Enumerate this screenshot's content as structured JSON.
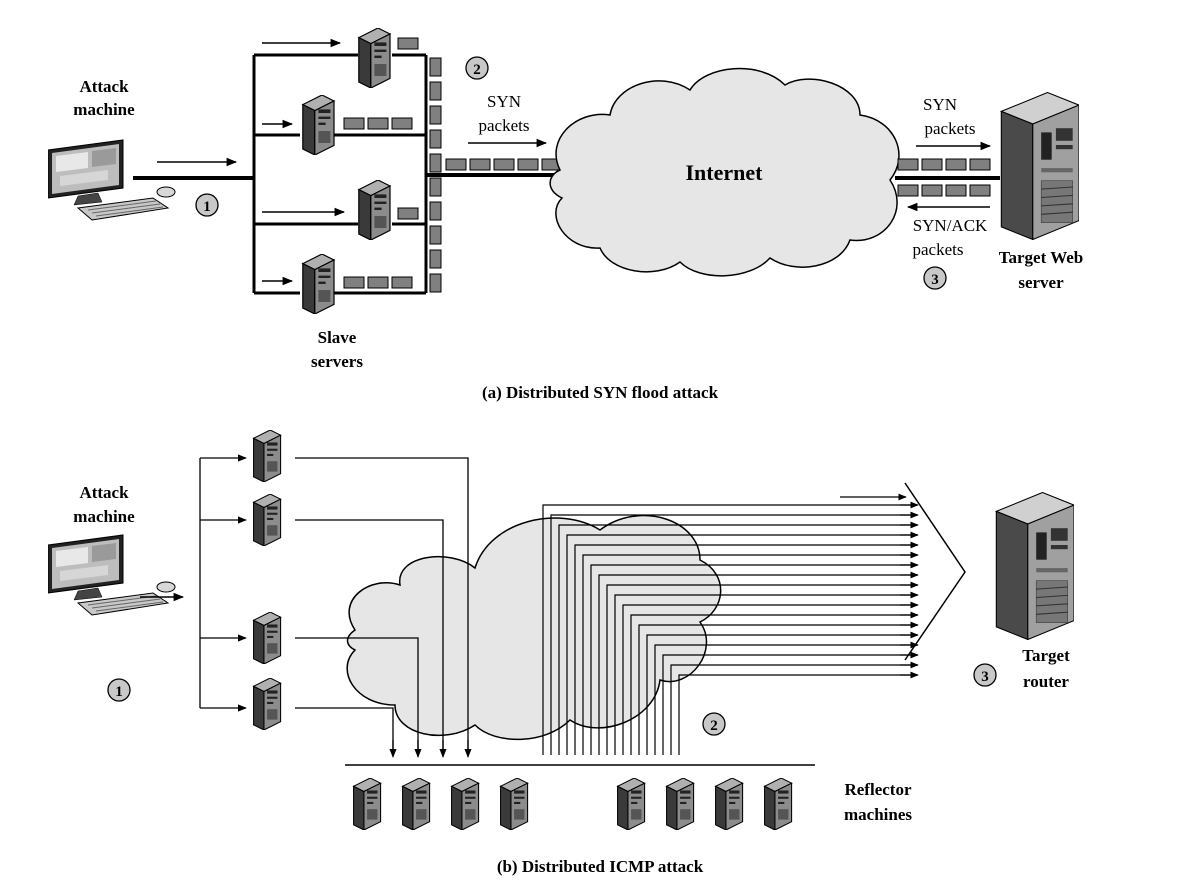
{
  "top": {
    "attack_label_1": "Attack",
    "attack_label_2": "machine",
    "slave_label_1": "Slave",
    "slave_label_2": "servers",
    "syn_out_1": "SYN",
    "syn_out_2": "packets",
    "internet": "Internet",
    "syn_in_1": "SYN",
    "syn_in_2": "packets",
    "synack_1": "SYN/ACK",
    "synack_2": "packets",
    "target_1": "Target Web",
    "target_2": "server",
    "step1": "1",
    "step2": "2",
    "step3": "3",
    "caption": "(a) Distributed SYN flood attack"
  },
  "bottom": {
    "attack_label_1": "Attack",
    "attack_label_2": "machine",
    "reflector_1": "Reflector",
    "reflector_2": "machines",
    "target_1": "Target",
    "target_2": "router",
    "step1": "1",
    "step2": "2",
    "step3": "3",
    "caption": "(b) Distributed ICMP attack"
  },
  "colors": {
    "cloud": "#e6e6e6",
    "server": "#8c8c8c",
    "server_dark": "#3a3a3a",
    "packet": "#808080",
    "badge": "#c8c8c8"
  }
}
